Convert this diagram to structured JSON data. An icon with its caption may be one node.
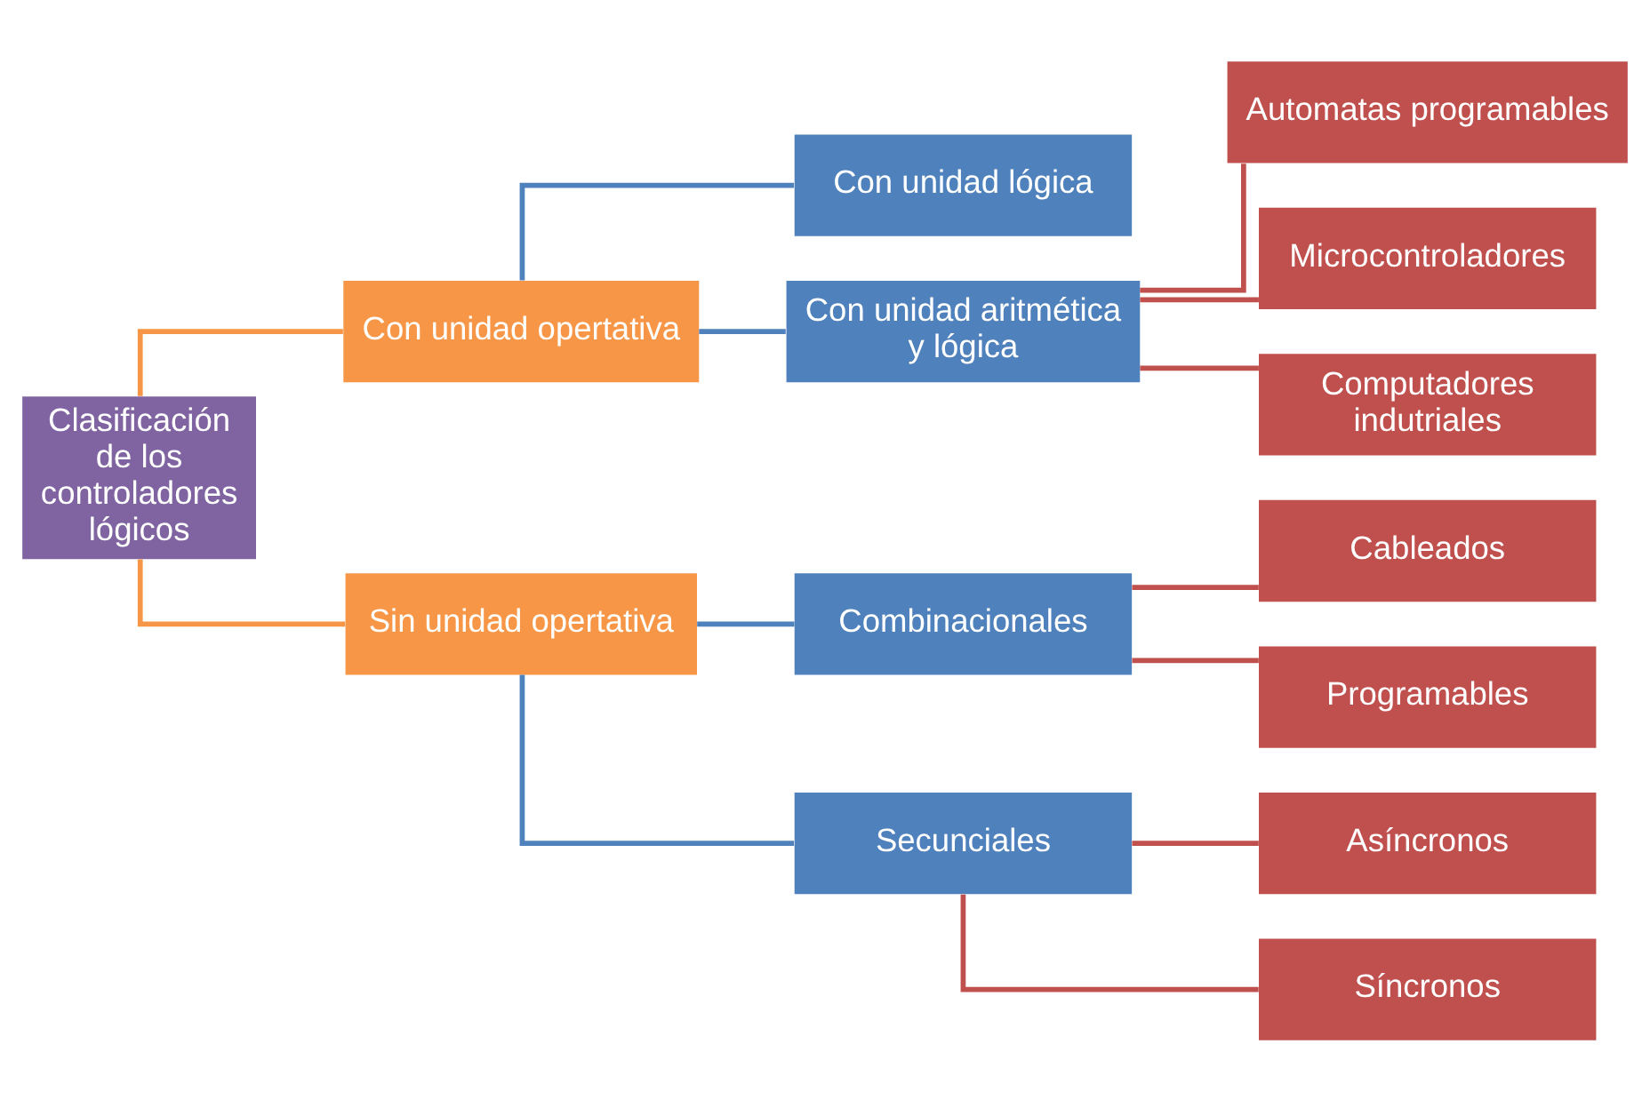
{
  "diagram": {
    "nodes": [
      {
        "text": [
          "Clasificación de los controladores lógicos"
        ]
      },
      {
        "text": [
          "Con unidad opertativa"
        ]
      },
      {
        "text": [
          "Sin unidad opertativa"
        ]
      },
      {
        "text": [
          "Con unidad lógica"
        ]
      },
      {
        "text": [
          "Con unidad aritmética y lógica"
        ]
      },
      {
        "text": [
          "Combinacionales"
        ]
      },
      {
        "text": [
          "Secunciales"
        ]
      },
      {
        "text": [
          "Automatas programables"
        ]
      },
      {
        "text": [
          "Microcontroladores"
        ]
      },
      {
        "text": [
          "Computadores indutriales"
        ]
      },
      {
        "text": [
          "Cableados"
        ]
      },
      {
        "text": [
          "Programables"
        ]
      },
      {
        "text": [
          "Asíncronos"
        ]
      },
      {
        "text": [
          "Síncronos"
        ]
      }
    ],
    "edges": [
      {
        "from": 0,
        "to": 1,
        "arrow": "none",
        "color": "#f79646"
      },
      {
        "from": 0,
        "to": 2,
        "arrow": "none",
        "color": "#f79646"
      },
      {
        "from": 1,
        "to": 3,
        "arrow": "none",
        "color": "#4f81bd"
      },
      {
        "from": 1,
        "to": 4,
        "arrow": "none",
        "color": "#4f81bd"
      },
      {
        "from": 4,
        "to": 7,
        "arrow": "none"
      },
      {
        "from": 4,
        "to": 8,
        "arrow": "none"
      },
      {
        "from": 4,
        "to": 9,
        "arrow": "none"
      },
      {
        "from": 2,
        "to": 5,
        "arrow": "none",
        "color": "#4f81bd"
      },
      {
        "from": 2,
        "to": 6,
        "arrow": "none",
        "color": "#4f81bd"
      },
      {
        "from": 5,
        "to": 10,
        "arrow": "none"
      },
      {
        "from": 5,
        "to": 11,
        "arrow": "none"
      },
      {
        "from": 6,
        "to": 12,
        "arrow": "none"
      },
      {
        "from": 6,
        "to": 13,
        "arrow": "none"
      }
    ]
  }
}
